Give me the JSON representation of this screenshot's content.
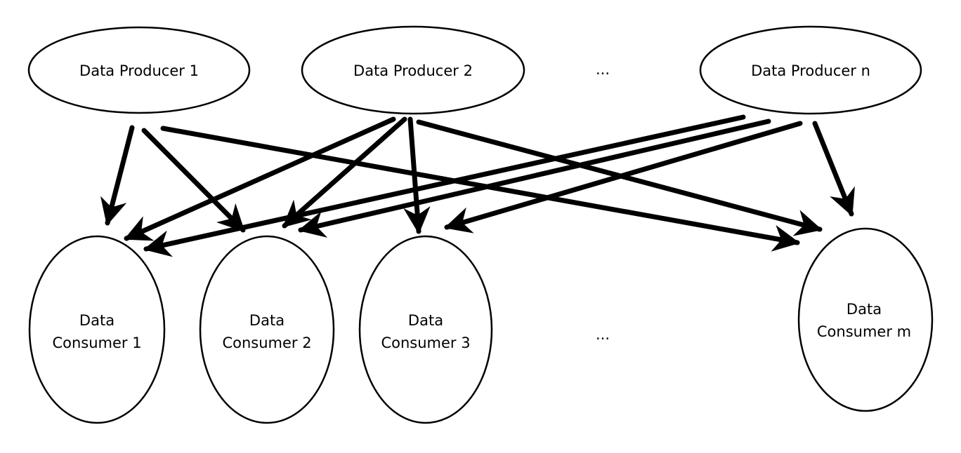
{
  "producers": [
    {
      "id": "p1",
      "label": "Data Producer 1"
    },
    {
      "id": "p2",
      "label": "Data Producer 2"
    },
    {
      "id": "pn",
      "label": "Data Producer n"
    }
  ],
  "consumers": [
    {
      "id": "c1",
      "line1": "Data",
      "line2": "Consumer 1"
    },
    {
      "id": "c2",
      "line1": "Data",
      "line2": "Consumer 2"
    },
    {
      "id": "c3",
      "line1": "Data",
      "line2": "Consumer 3"
    },
    {
      "id": "cm",
      "line1": "Data",
      "line2": "Consumer m"
    }
  ],
  "ellipsis_top": "...",
  "ellipsis_bottom": "...",
  "edges": [
    {
      "from": "p1",
      "to": "c1"
    },
    {
      "from": "p1",
      "to": "c2"
    },
    {
      "from": "p1",
      "to": "cm"
    },
    {
      "from": "p2",
      "to": "c1"
    },
    {
      "from": "p2",
      "to": "c2"
    },
    {
      "from": "p2",
      "to": "c3"
    },
    {
      "from": "p2",
      "to": "cm"
    },
    {
      "from": "pn",
      "to": "c1"
    },
    {
      "from": "pn",
      "to": "c2"
    },
    {
      "from": "pn",
      "to": "c3"
    },
    {
      "from": "pn",
      "to": "cm"
    }
  ]
}
